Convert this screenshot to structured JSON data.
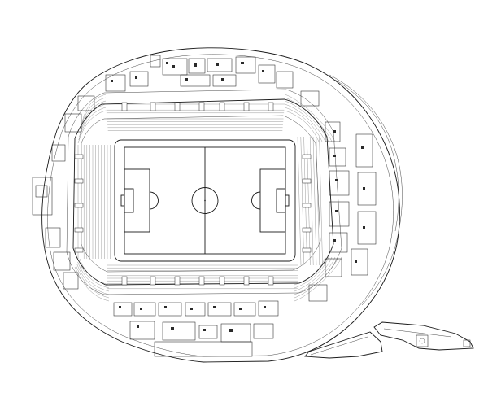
{
  "plan": {
    "kind": "stadium-floor-plan",
    "colors": {
      "line": "#1a1a1a",
      "background": "#ffffff"
    },
    "stands": [
      "north",
      "south",
      "east",
      "west"
    ],
    "icons": [
      "pitch-outline",
      "center-circle",
      "penalty-area",
      "goal-area",
      "seating-rows",
      "concourse-rooms"
    ]
  }
}
